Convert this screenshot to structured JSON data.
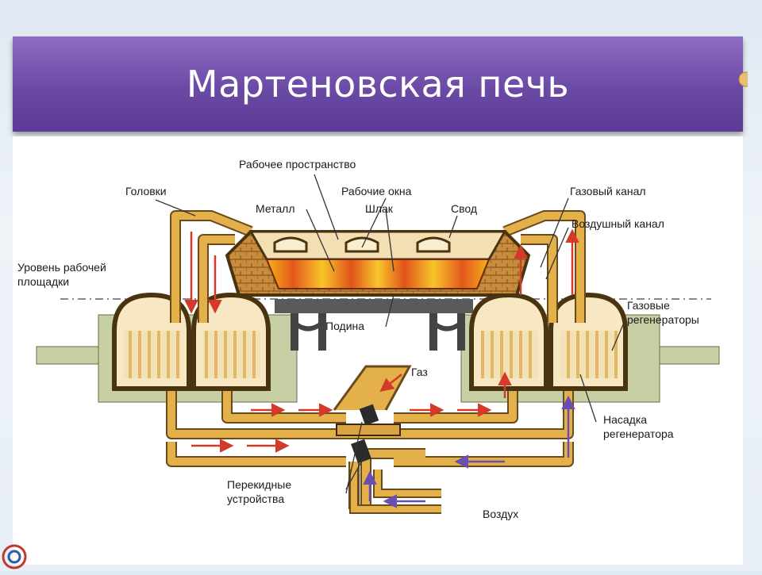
{
  "slide": {
    "title": "Мартеновская печь",
    "colors": {
      "banner": "#6b4aa6",
      "duct": "#d9a441",
      "duct_edge": "#6b4a1c",
      "gas_arrow": "#d43a2a",
      "air_arrow": "#6a4fb0"
    }
  },
  "labels": {
    "working_space": "Рабочее пространство",
    "heads": "Головки",
    "work_windows": "Рабочие окна",
    "gas_channel": "Газовый канал",
    "metal": "Металл",
    "slag": "Шлак",
    "roof": "Свод",
    "air_channel": "Воздушный канал",
    "platform_level_1": "Уровень рабочей",
    "platform_level_2": "площадки",
    "hearth": "Подина",
    "gas_regen_1": "Газовые",
    "gas_regen_2": "регенераторы",
    "gas": "Газ",
    "checker_1": "Насадка",
    "checker_2": "регенератора",
    "switch_1": "Перекидные",
    "switch_2": "устройства",
    "air": "Воздух"
  },
  "icons": {
    "corner": "presentation-logo-icon"
  }
}
